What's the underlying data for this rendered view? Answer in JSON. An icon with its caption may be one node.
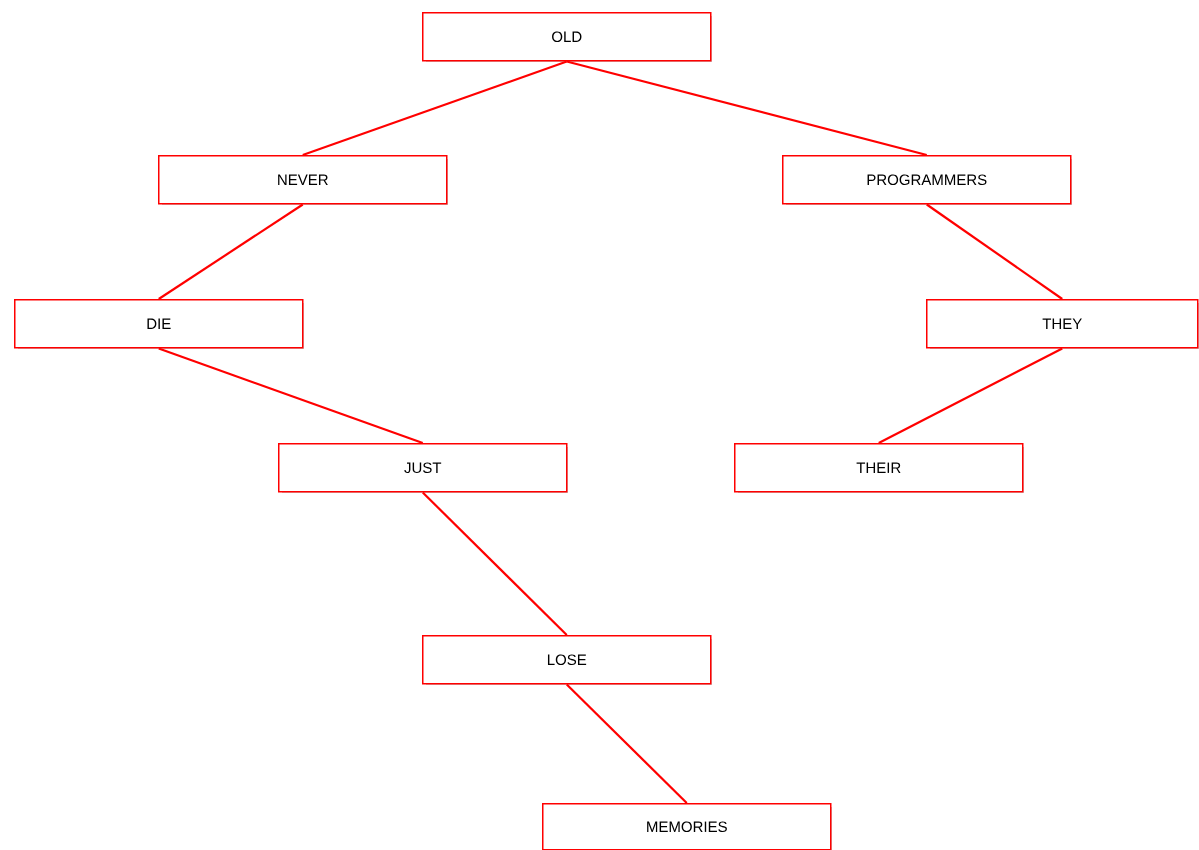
{
  "diagram": {
    "nodes": [
      {
        "text": [
          "OLD"
        ]
      },
      {
        "text": [
          "NEVER"
        ]
      },
      {
        "text": [
          "PROGRAMMERS"
        ]
      },
      {
        "text": [
          "DIE"
        ]
      },
      {
        "text": [
          "THEY"
        ]
      },
      {
        "text": [
          "JUST"
        ]
      },
      {
        "text": [
          "THEIR"
        ]
      },
      {
        "text": [
          "LOSE"
        ]
      },
      {
        "text": [
          "MEMORIES"
        ]
      }
    ],
    "edges": [
      {
        "from": 0,
        "to": 1,
        "arrow": "none"
      },
      {
        "from": 0,
        "to": 2,
        "arrow": "none"
      },
      {
        "from": 1,
        "to": 3,
        "arrow": "none"
      },
      {
        "from": 2,
        "to": 4,
        "arrow": "none"
      },
      {
        "from": 3,
        "to": 5,
        "arrow": "none"
      },
      {
        "from": 4,
        "to": 6,
        "arrow": "none"
      },
      {
        "from": 5,
        "to": 7,
        "arrow": "none"
      },
      {
        "from": 7,
        "to": 8,
        "arrow": "none"
      }
    ]
  }
}
